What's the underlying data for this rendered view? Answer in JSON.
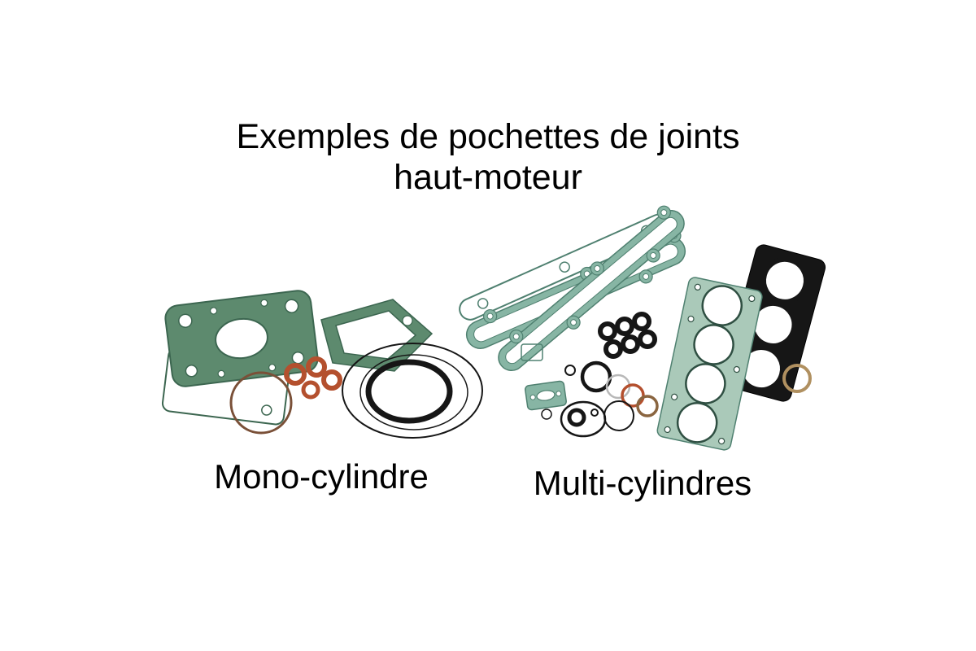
{
  "page": {
    "background": "#ffffff",
    "text_color": "#000000"
  },
  "title": {
    "line1": "Exemples de pochettes de joints",
    "line2": "haut-moteur"
  },
  "figures": {
    "mono": {
      "caption": "Mono-cylindre",
      "illustration": "single-cylinder-top-end-gasket-kit"
    },
    "multi": {
      "caption": "Multi-cylindres",
      "illustration": "multi-cylinder-top-end-gasket-kit"
    }
  },
  "colors": {
    "gasket_green": "#5d8a6e",
    "green_outline": "#3c6650",
    "gasket_teal": "#87b5a4",
    "teal_outline": "#4f8070",
    "gasket_pale": "#aac9b9",
    "pale_outline": "#2f4f42",
    "copper": "#b4502e",
    "brown": "#7a5038",
    "rubber_black": "#161616",
    "tan": "#b09060"
  }
}
